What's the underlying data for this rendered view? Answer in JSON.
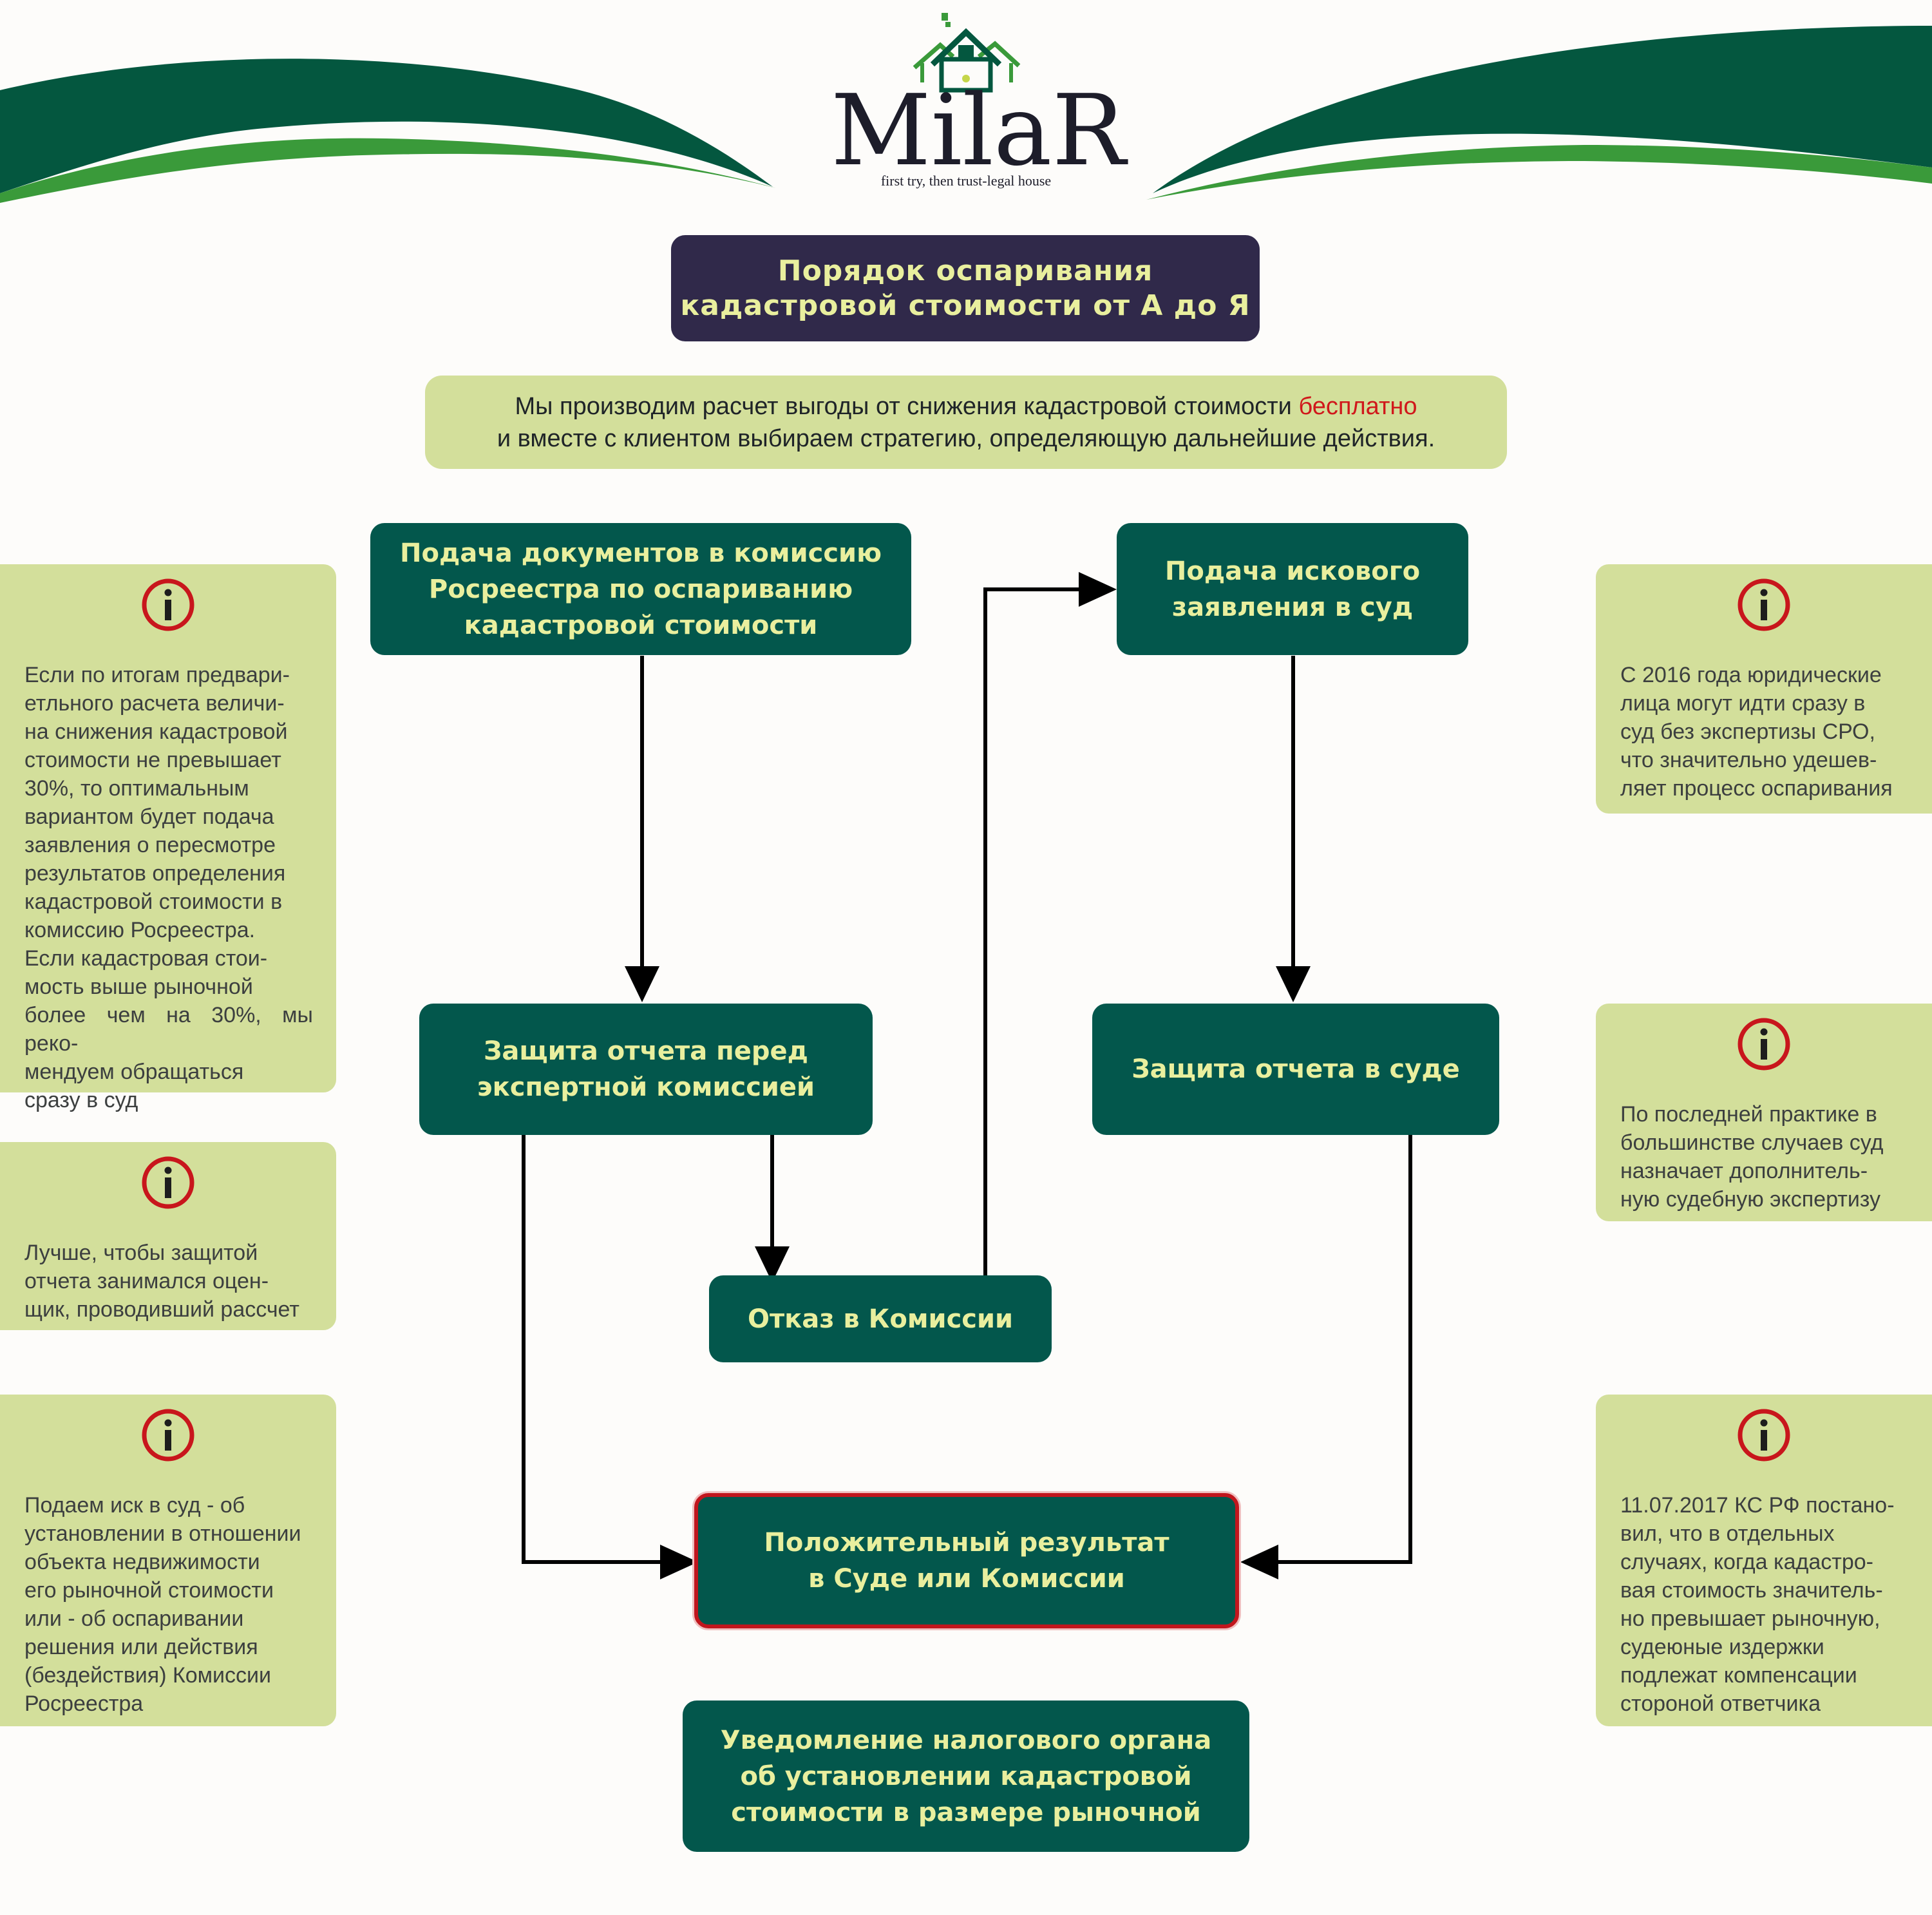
{
  "brand": {
    "name": "MilaR",
    "tagline": "first try, then trust-legal house"
  },
  "colors": {
    "dark_green": "#03574c",
    "navy": "#30294a",
    "light_green": "#d3df9b",
    "flow_text": "#e9ef9e",
    "highlight_red": "#d0181b",
    "wave_dark": "#04573f",
    "wave_light": "#3a9a3a"
  },
  "title": {
    "line1": "Порядок оспаривания",
    "line2": "кадастровой стоимости от А до Я"
  },
  "intro": {
    "line1_prefix": "Мы производим расчет выгоды от снижения кадастровой стоимости ",
    "line1_highlight": "бесплатно",
    "line2": "и вместе с клиентом выбираем стратегию, определяющую дальнейшие действия."
  },
  "flow": {
    "submit_commission": "Подача документов в комиссию\nРосреестра по оспариванию\nкадастровой стоимости",
    "submit_court": "Подача искового\nзаявления в суд",
    "defend_commission": "Защита отчета перед\nэкспертной комиссией",
    "defend_court": "Защита отчета в суде",
    "commission_refusal": "Отказ в Комиссии",
    "positive_result": "Положительный результат\nв Суде или Комиссии",
    "tax_notice": "Уведомление налогового органа\nоб установлении кадастровой\nстоимости в размере рыночной"
  },
  "info_notes": {
    "left_1": "Если по итогам предвари-\nетльного расчета величи-\nна снижения кадастровой\nстоимости не превышает\n30%, то оптимальным\nвариантом будет подача\nзаявления о пересмотре\nрезультатов определения\nкадастровой стоимости в\nкомиссию Росреестра.\nЕсли кадастровая стои-\nмость выше рыночной\nболее чем на 30%, мы реко-\nмендуем обращаться\nсразу в суд",
    "left_2": "Лучше, чтобы защитой\nотчета занимался оцен-\nщик, проводивший рассчет",
    "left_3": "Подаем иск в суд - об\nустановлении в отношении\nобъекта недвижимости\nего рыночной стоимости\nили - об оспаривании\nрешения или действия\n(бездействия) Комиссии\nРосреестра",
    "right_1": "С 2016 года юридические\nлица могут идти сразу в\nсуд без экспертизы СРО,\nчто значительно удешев-\nляет процесс оспаривания",
    "right_2": "По последней практике в\nбольшинстве случаев суд\nназначает дополнитель-\nную судебную экспертизу",
    "right_3": "11.07.2017 КС РФ постано-\nвил, что в отдельных\nслучаях, когда кадастро-\nвая стоимость значитель-\nно превышает рыночную,\nсудеюные издержки\nподлежат компенсации\nстороной ответчика"
  },
  "icons": {
    "info": "info-circle-icon",
    "logo": "house-logo-icon"
  }
}
